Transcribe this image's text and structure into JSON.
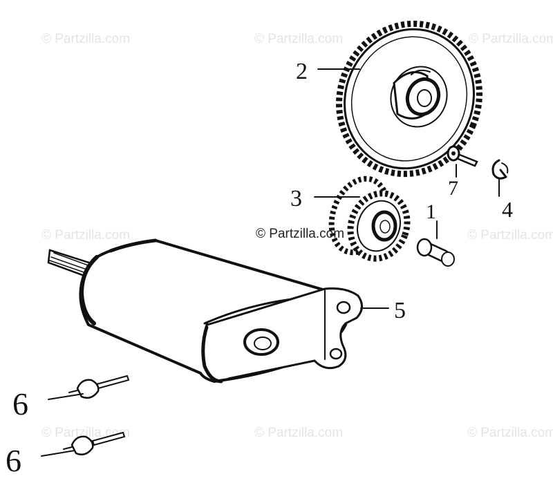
{
  "watermarks": {
    "text": "© Partzilla.com",
    "center_text": "© Partzilla.com"
  },
  "callouts": [
    {
      "number": "1",
      "part": "shaft"
    },
    {
      "number": "2",
      "part": "large-gear"
    },
    {
      "number": "3",
      "part": "idle-gear"
    },
    {
      "number": "4",
      "part": "clip"
    },
    {
      "number": "5",
      "part": "starter-motor"
    },
    {
      "number": "6",
      "part": "bolt-upper"
    },
    {
      "number": "6",
      "part": "bolt-lower"
    },
    {
      "number": "7",
      "part": "pin"
    }
  ]
}
